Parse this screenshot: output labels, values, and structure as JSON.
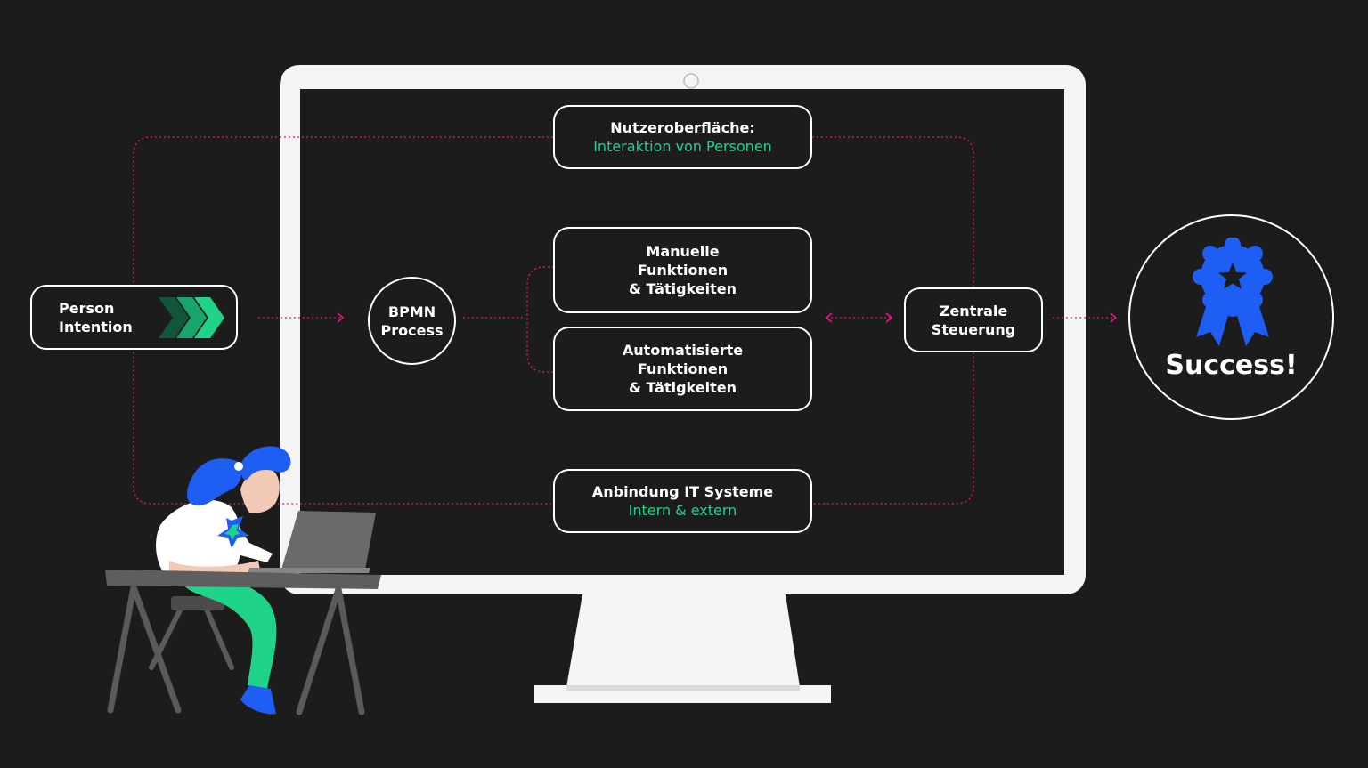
{
  "colors": {
    "background": "#1d1c1d",
    "accent_pink": "#e6157f",
    "accent_green": "#1fd389",
    "brand_blue": "#1e5ef5",
    "monitor_white": "#f4f4f4"
  },
  "nodes": {
    "person": {
      "line1": "Person",
      "line2": "Intention"
    },
    "ui": {
      "title": "Nutzeroberfläche:",
      "subtitle": "Interaktion von Personen"
    },
    "bpmn": {
      "line1": "BPMN",
      "line2": "Process"
    },
    "manual": {
      "line1": "Manuelle",
      "line2": "Funktionen",
      "line3": "& Tätigkeiten"
    },
    "automated": {
      "line1": "Automatisierte",
      "line2": "Funktionen",
      "line3": "& Tätigkeiten"
    },
    "control": {
      "line1": "Zentrale",
      "line2": "Steuerung"
    },
    "it": {
      "title": "Anbindung IT Systeme",
      "subtitle": "Intern & extern"
    },
    "success": {
      "label": "Success!"
    }
  },
  "icons": {
    "chevrons": "triple-chevron-right-icon",
    "badge": "award-ribbon-star-icon",
    "illustration": "woman-at-laptop-illustration"
  }
}
